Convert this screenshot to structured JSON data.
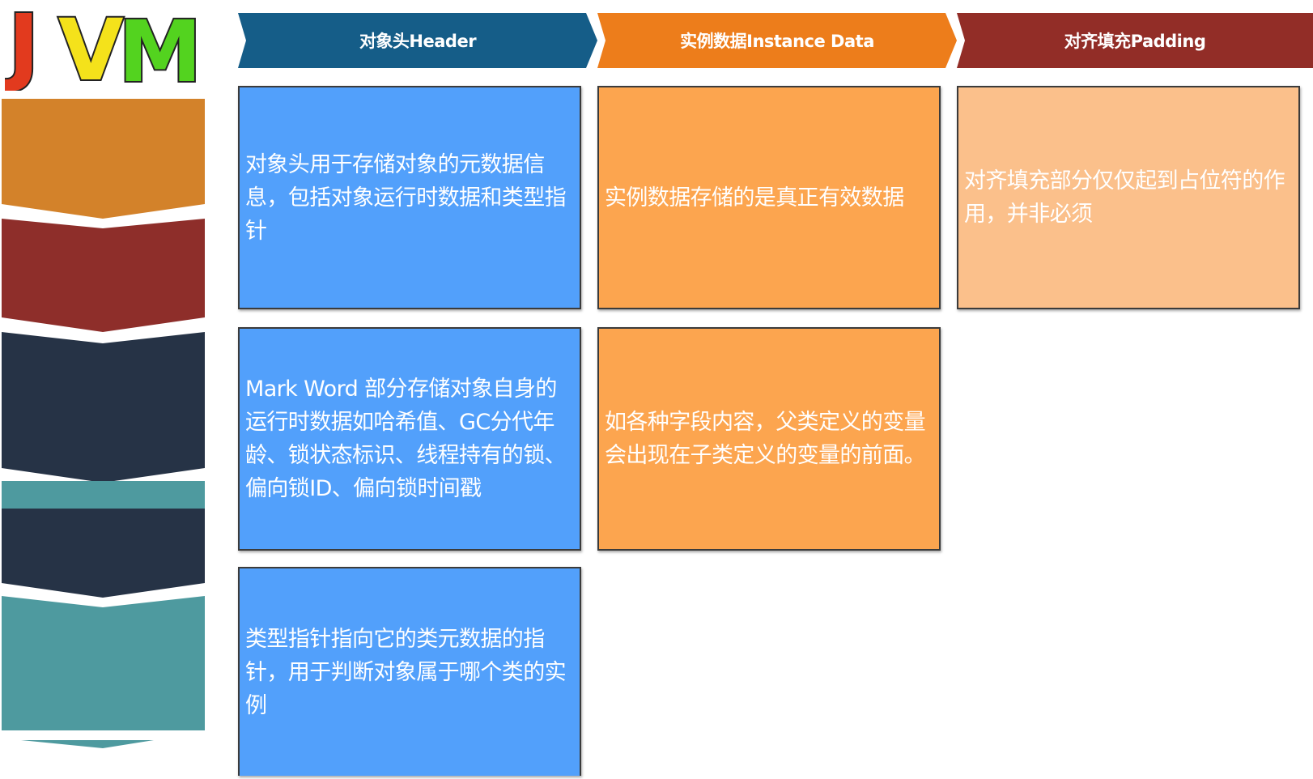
{
  "logo": {
    "letters": [
      "J",
      "V",
      "M"
    ],
    "colors": [
      "#e23a1e",
      "#f4e21b",
      "#53d31f"
    ]
  },
  "columns": [
    {
      "title": "对象头Header",
      "color": "#155d88"
    },
    {
      "title": "实例数据Instance Data",
      "color": "#ed7d1b"
    },
    {
      "title": "对齐填充Padding",
      "color": "#922d27"
    }
  ],
  "boxes": {
    "header": [
      "对象头用于存储对象的元数据信息，包括对象运行时数据和类型指针",
      "Mark Word 部分存储对象自身的运行时数据如哈希值、GC分代年龄、锁状态标识、线程持有的锁、偏向锁ID、偏向锁时间戳",
      "类型指针指向它的类元数据的指针，用于判断对象属于哪个类的实例"
    ],
    "instance_data": [
      "实例数据存储的是真正有效数据",
      "如各种字段内容，父类定义的变量会出现在子类定义的变量的前面。"
    ],
    "padding": [
      "对齐填充部分仅仅起到占位符的作用，并非必须"
    ]
  },
  "box_colors": {
    "header": "#52a0fb",
    "instance_data": "#fca54f",
    "padding": "#fbc08b"
  },
  "chevron_colors": [
    "#d3822a",
    "#8e2e2a",
    "#263346",
    "#263346",
    "#4e9a9f"
  ],
  "teal_band_color": "#4e9a9f"
}
